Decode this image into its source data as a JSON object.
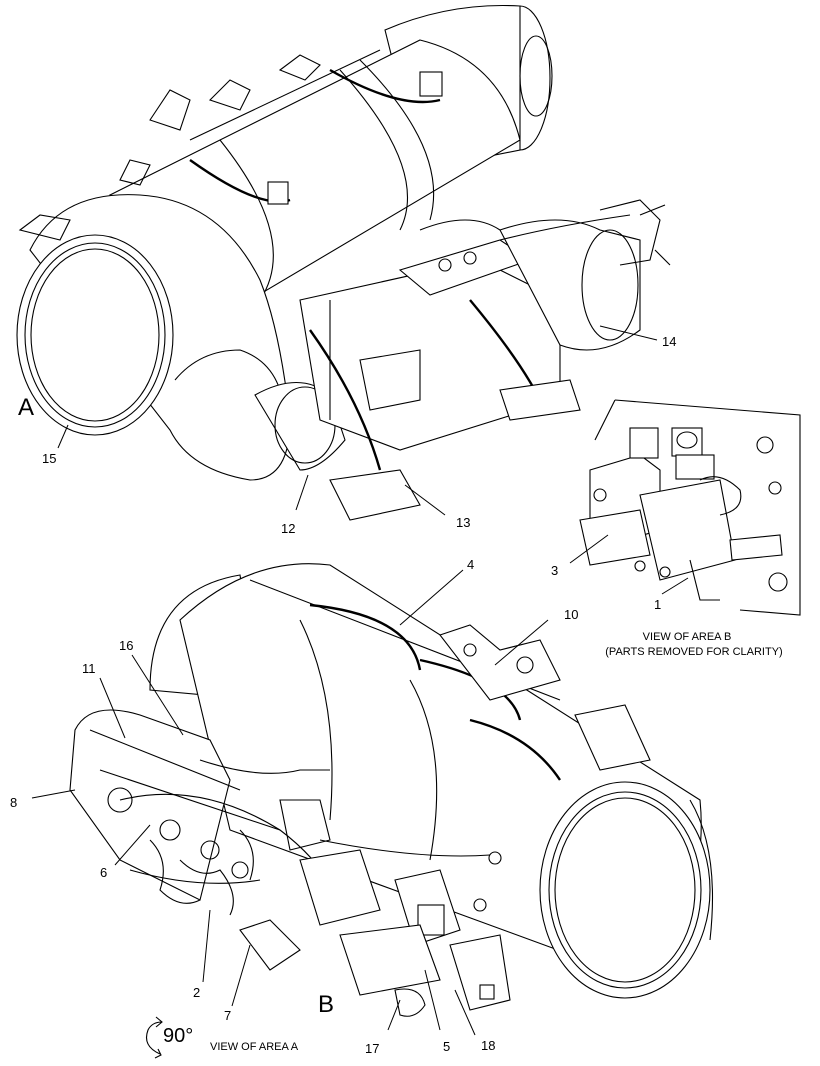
{
  "callouts": {
    "c1": "1",
    "c2": "2",
    "c3": "3",
    "c4": "4",
    "c5": "5",
    "c6": "6",
    "c7": "7",
    "c8": "8",
    "c10": "10",
    "c11": "11",
    "c12": "12",
    "c13": "13",
    "c14": "14",
    "c15": "15",
    "c16": "16",
    "c17": "17",
    "c18": "18"
  },
  "area_labels": {
    "a": "A",
    "b": "B"
  },
  "captions": {
    "view_b_line1": "VIEW OF AREA B",
    "view_b_line2": "(PARTS REMOVED FOR CLARITY)",
    "view_a": "VIEW OF AREA A",
    "rotation": "90°"
  },
  "colors": {
    "ink": "#000000",
    "paper": "#ffffff"
  }
}
